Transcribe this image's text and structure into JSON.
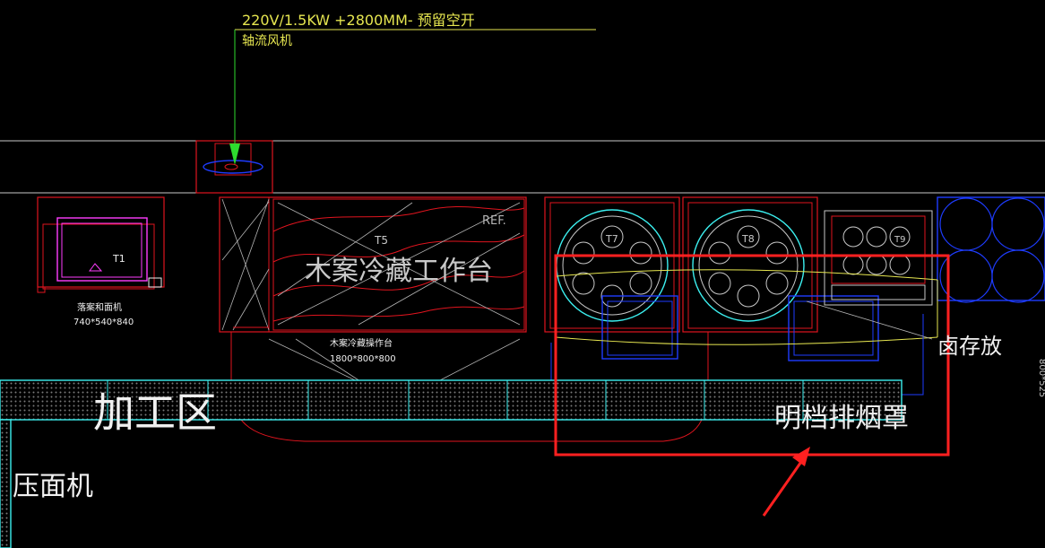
{
  "drawing": {
    "fan_spec": "220V/1.5KW +2800MM- 预留空开",
    "fan_label": "轴流风机",
    "mixer_tag": "T1",
    "mixer_name": "落案和面机",
    "mixer_size": "740*540*840",
    "bench_tag": "T5",
    "bench_name": "木案冷藏工作台",
    "bench_ref": "REF.",
    "bench_caption": "木案冷藏操作台",
    "bench_size": "1800*800*800",
    "stove_tag_1": "T7",
    "stove_tag_2": "T8",
    "stove_tag_3": "T9",
    "zone_label": "加工区",
    "press_label": "压面机",
    "storage_label": "卤存放",
    "side_text": "800*525",
    "hood_label": "明档排烟罩"
  },
  "colors": {
    "background": "#000000",
    "wall": "#c8c8c8",
    "equipment_red": "#e0141e",
    "magenta": "#ff3cff",
    "cyan": "#3cf0f0",
    "blue": "#1e3cff",
    "yellow": "#e6e650",
    "green": "#2edc2e",
    "highlight_red": "#ff2020",
    "white": "#f0f0f0"
  }
}
